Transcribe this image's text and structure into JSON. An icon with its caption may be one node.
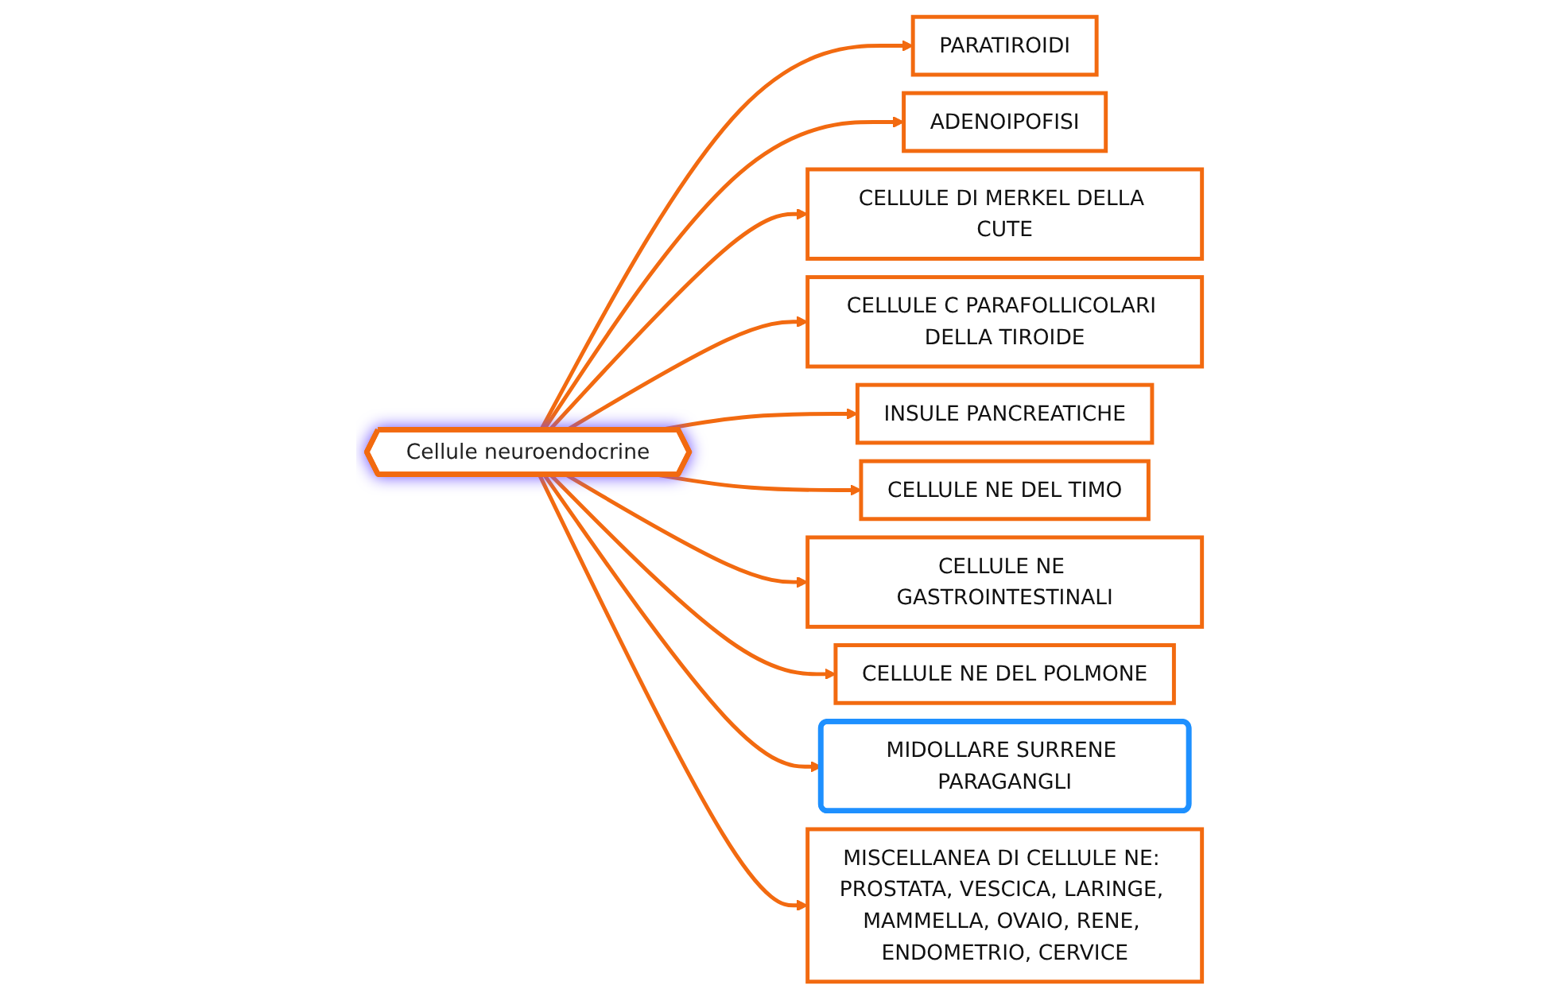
{
  "diagram": {
    "nodes": [
      {
        "text": [
          "Cellule neuroendocrine"
        ]
      },
      {
        "text": [
          "PARATIROIDI"
        ]
      },
      {
        "text": [
          "ADENOIPOFISI"
        ]
      },
      {
        "text": [
          "CELLULE DI MERKEL DELLA CUTE"
        ]
      },
      {
        "text": [
          "CELLULE C PARAFOLLICOLARI DELLA TIROIDE"
        ]
      },
      {
        "text": [
          "INSULE PANCREATICHE"
        ]
      },
      {
        "text": [
          "CELLULE NE DEL TIMO"
        ]
      },
      {
        "text": [
          "CELLULE NE GASTROINTESTINALI"
        ]
      },
      {
        "text": [
          "CELLULE NE DEL POLMONE"
        ]
      },
      {
        "text": [
          "MIDOLLARE SURRENE PARAGANGLI"
        ]
      },
      {
        "text": [
          "MISCELLANEA DI CELLULE NE: PROSTATA, VESCICA, LARINGE, MAMMELLA, OVAIO, RENE, ENDOMETRIO, CERVICE"
        ]
      }
    ],
    "edges": [
      {
        "from": 0,
        "to": 1,
        "arrow": "to"
      },
      {
        "from": 0,
        "to": 2,
        "arrow": "to"
      },
      {
        "from": 0,
        "to": 3,
        "arrow": "to"
      },
      {
        "from": 0,
        "to": 4,
        "arrow": "to"
      },
      {
        "from": 0,
        "to": 5,
        "arrow": "to"
      },
      {
        "from": 0,
        "to": 6,
        "arrow": "to"
      },
      {
        "from": 0,
        "to": 7,
        "arrow": "to"
      },
      {
        "from": 0,
        "to": 8,
        "arrow": "to"
      },
      {
        "from": 0,
        "to": 9,
        "arrow": "to"
      },
      {
        "from": 0,
        "to": 10,
        "arrow": "to"
      }
    ]
  }
}
